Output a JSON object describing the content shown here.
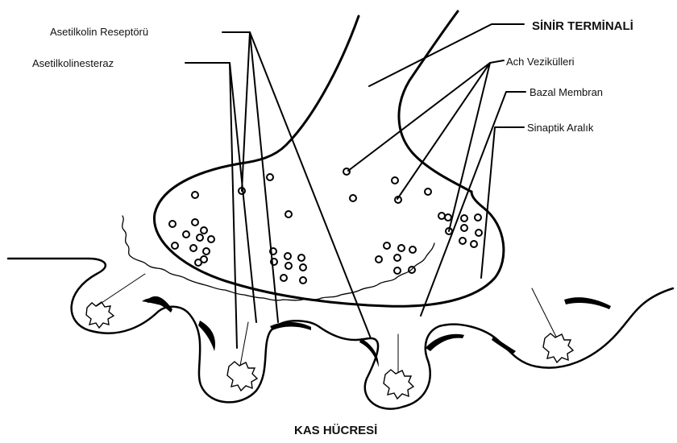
{
  "labels": {
    "receptor": "Asetilkolin Reseptörü",
    "esterase": "Asetilkolinesteraz",
    "nerve_terminal": "SİNİR TERMİNALİ",
    "vesicles": "Ach Vezikülleri",
    "basal_membrane": "Bazal Membran",
    "synaptic_cleft": "Sinaptik Aralık",
    "muscle_cell": "KAS HÜCRESİ"
  },
  "colors": {
    "ink": "#000000",
    "background": "#ffffff"
  }
}
